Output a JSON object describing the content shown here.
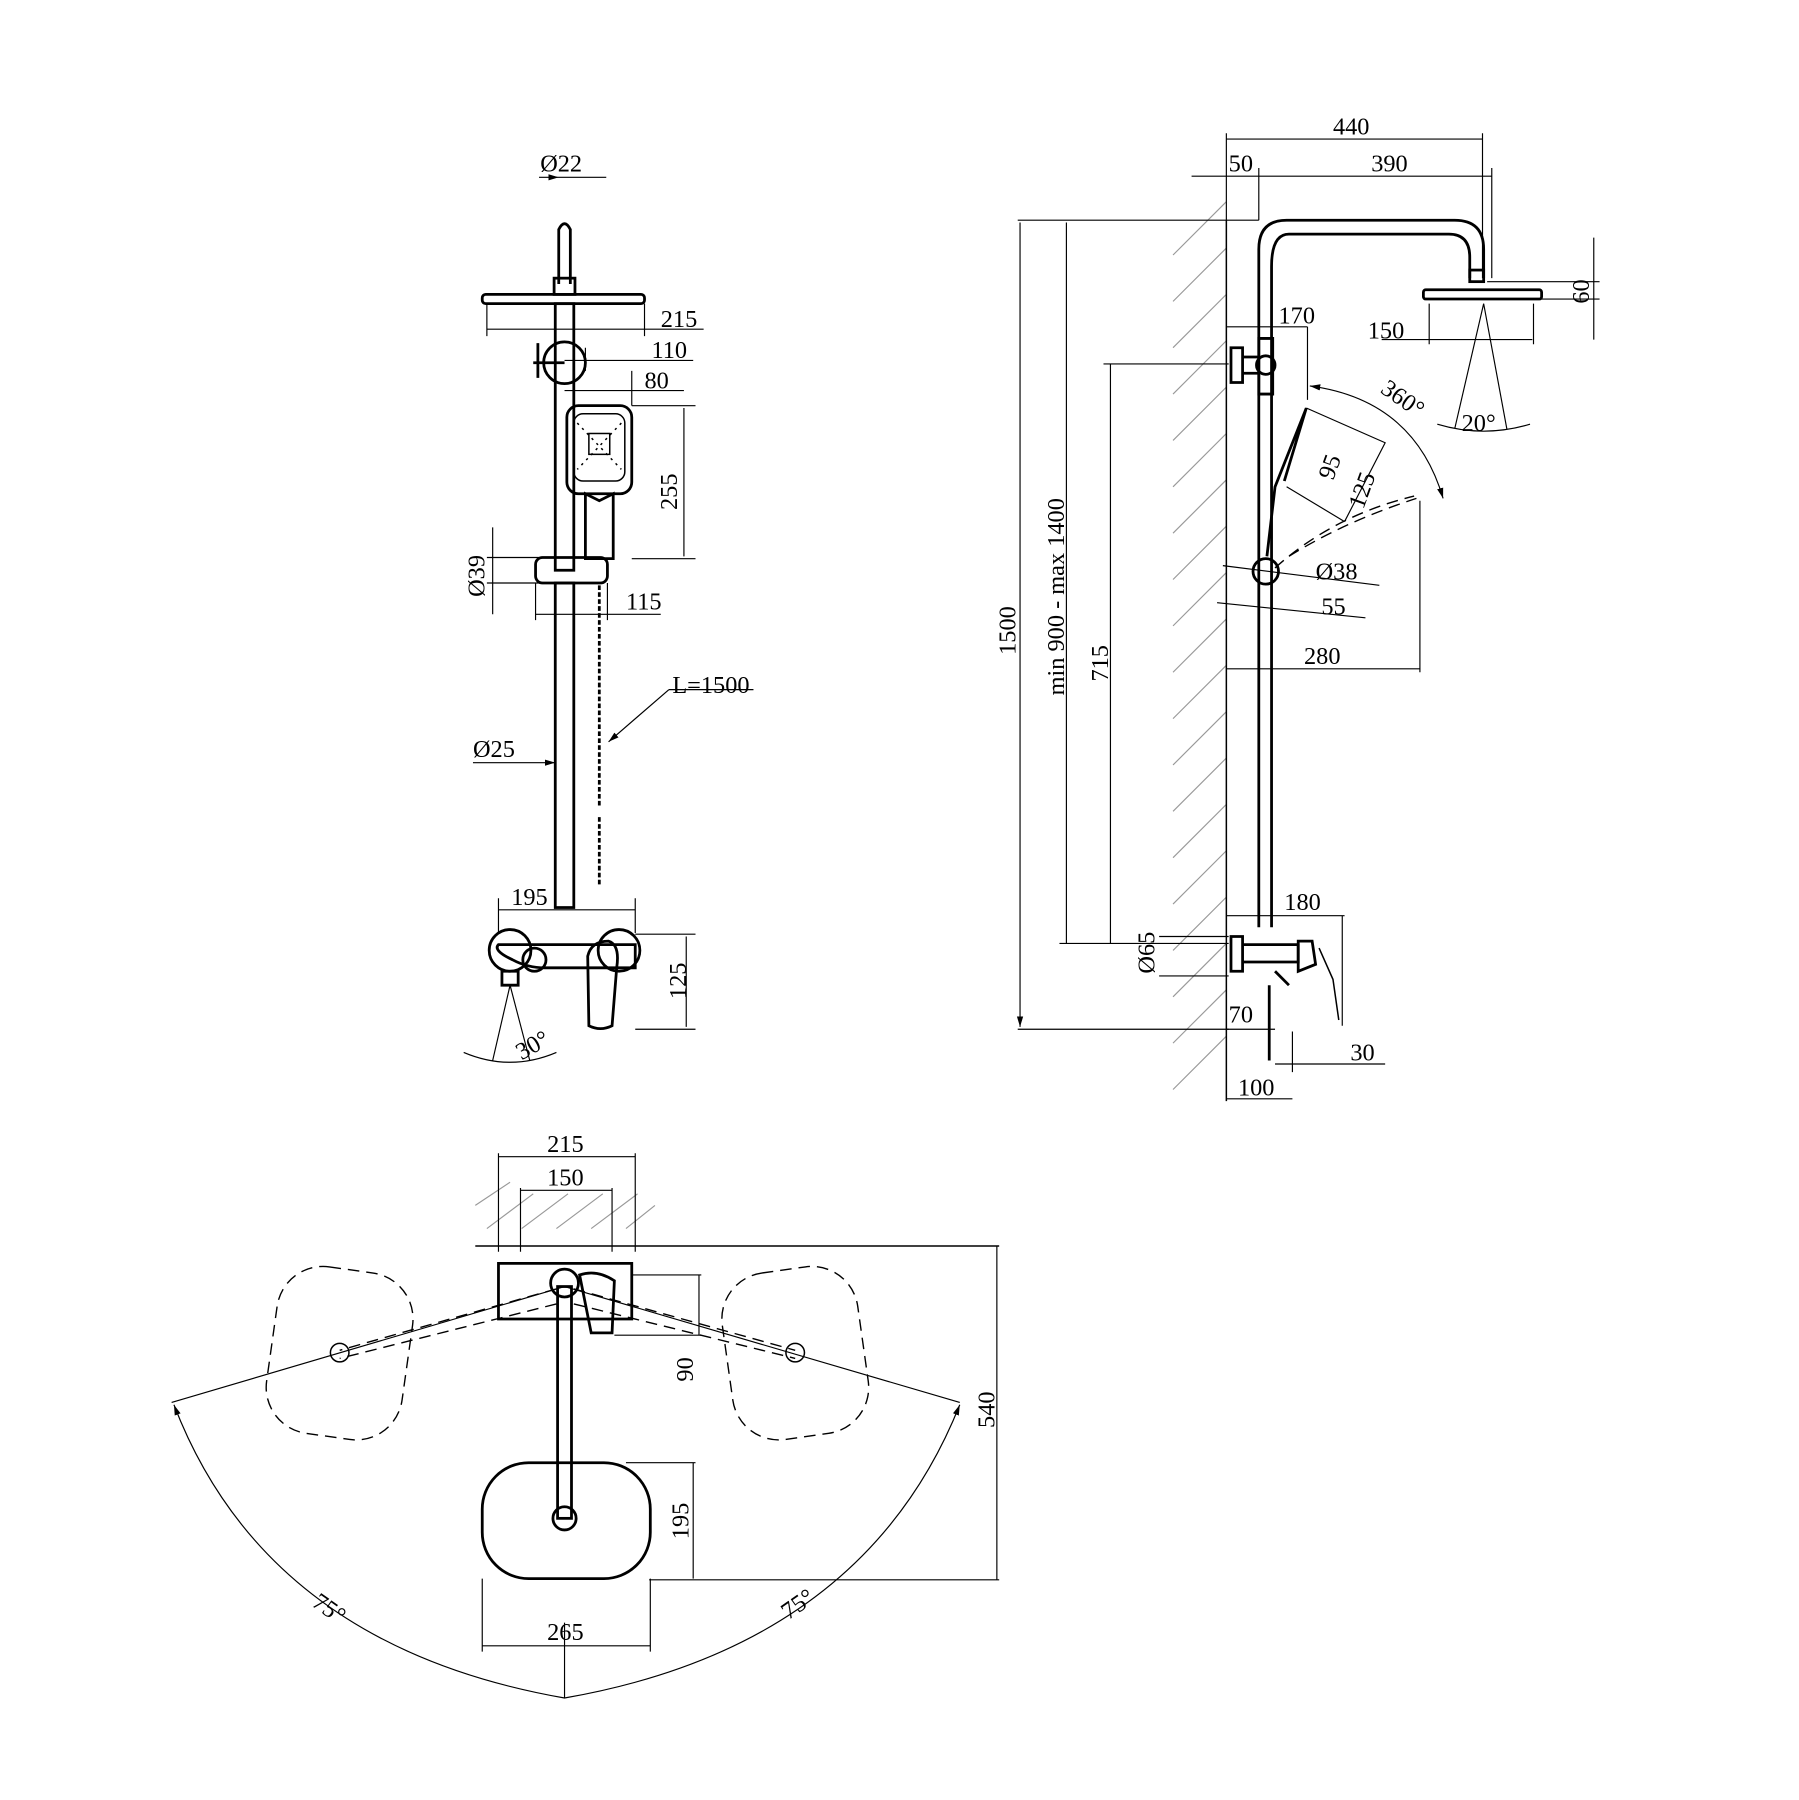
{
  "drawing": {
    "front_view": {
      "head_pipe_diameter": "Ø22",
      "rain_head_width": "215",
      "diverter_offset": "110",
      "hand_shower_offset": "80",
      "hand_shower_length": "255",
      "holder_diameter": "Ø39",
      "holder_offset": "115",
      "hose_length": "L=1500",
      "rail_diameter": "Ø25",
      "mixer_width": "195",
      "mixer_height": "125",
      "spout_angle": "30°"
    },
    "side_view": {
      "total_projection": "440",
      "wall_offset": "50",
      "arm_length": "390",
      "head_height": "60",
      "bracket_projection": "170",
      "head_diameter": "150",
      "hand_rotation": "360°",
      "spray_angle": "20°",
      "hand_face_inner": "95",
      "hand_face_outer": "125",
      "slider_diameter": "Ø38",
      "slider_offset": "55",
      "hand_reach": "280",
      "total_height": "1500",
      "height_range": "min 900 - max 1400",
      "bracket_spacing": "715",
      "mixer_projection": "180",
      "escutcheon_diameter": "Ø65",
      "spout_drop": "70",
      "spout_offset": "30",
      "mixer_depth": "100"
    },
    "top_view": {
      "head_width": "215",
      "eccentric_spacing": "150",
      "mixer_depth": "90",
      "total_depth": "540",
      "head_depth": "195",
      "head_width_plan": "265",
      "swing_left": "75°",
      "swing_right": "75°"
    }
  }
}
